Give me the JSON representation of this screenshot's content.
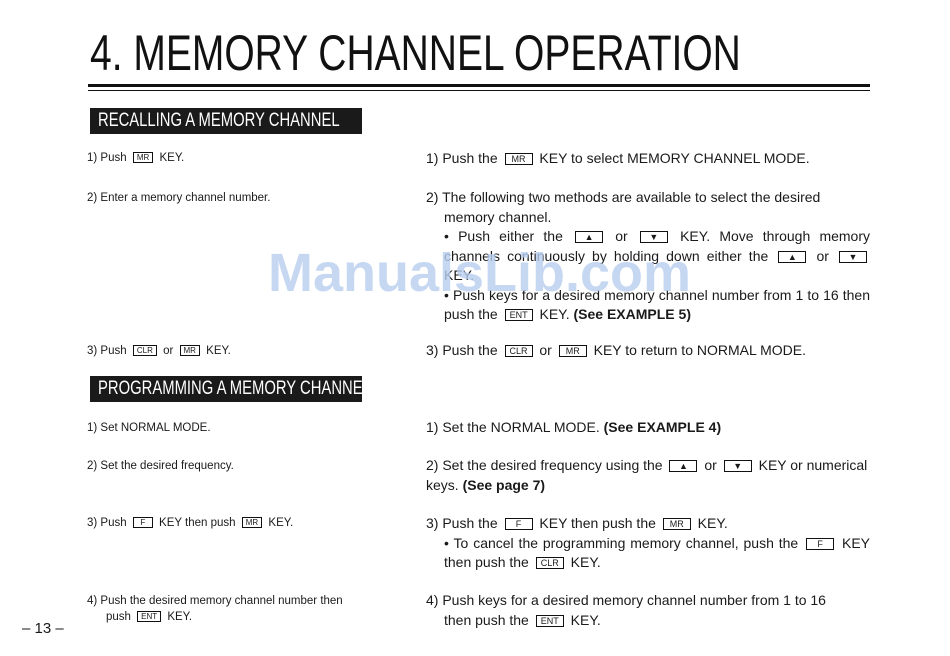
{
  "title": "4. MEMORY CHANNEL OPERATION",
  "sections": {
    "recall": "RECALLING A MEMORY CHANNEL",
    "program": "PROGRAMMING A MEMORY CHANNEL"
  },
  "keys": {
    "mr": "MR",
    "up": "▲",
    "down": "▼",
    "ent": "ENT",
    "clr": "CLR",
    "f": "F"
  },
  "recall_left": {
    "s1_a": "1)  Push",
    "s1_b": "KEY.",
    "s2": "2)  Enter a memory channel number.",
    "s3_a": "3)  Push",
    "s3_or": "or",
    "s3_b": "KEY."
  },
  "recall_right": {
    "s1_a": "1) Push the",
    "s1_b": "KEY to select MEMORY CHANNEL MODE.",
    "s2_a": "2) The following two methods are available to select the desired",
    "s2_b": "memory channel.",
    "b1_a": "• Push either the",
    "b1_or": "or",
    "b1_b": "KEY.  Move through memory channels continuously by holding down either the",
    "b1_or2": "or",
    "b1_c": "KEY.",
    "b2_a": "• Push keys for a desired memory channel number from 1 to 16 then push the",
    "b2_b": "KEY.",
    "b2_ref": "(See EXAMPLE 5)",
    "s3_a": "3) Push the",
    "s3_or": "or",
    "s3_b": "KEY to return to NORMAL MODE."
  },
  "program_left": {
    "s1": "1)  Set NORMAL MODE.",
    "s2": "2)  Set the desired frequency.",
    "s3_a": "3)  Push",
    "s3_b": "KEY then push",
    "s3_c": "KEY.",
    "s4_a": "4)  Push the desired memory channel number then",
    "s4_b": "push",
    "s4_c": "KEY."
  },
  "program_right": {
    "s1_a": "1) Set the NORMAL MODE.",
    "s1_ref": "(See EXAMPLE 4)",
    "s2_a": "2) Set the desired frequency using the",
    "s2_or": "or",
    "s2_b": "KEY or numerical keys.",
    "s2_ref": "(See page 7)",
    "s3_a": "3) Push the",
    "s3_b": "KEY then push the",
    "s3_c": "KEY.",
    "b1_a": "• To cancel the programming memory channel, push the",
    "b1_b": "KEY then push the",
    "b1_c": "KEY.",
    "s4_a": "4) Push keys for a desired memory channel number from 1 to 16",
    "s4_b": "then push the",
    "s4_c": "KEY."
  },
  "page_number": "– 13 –",
  "watermark": "ManualsLib.com"
}
